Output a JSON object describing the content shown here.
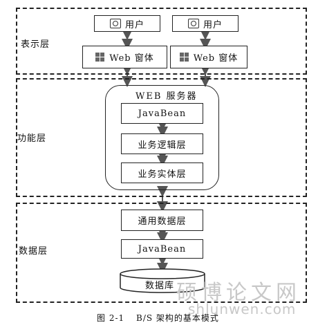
{
  "layers": {
    "presentation": "表示层",
    "function": "功能层",
    "data": "数据层"
  },
  "presentation": {
    "user_left": "用户",
    "user_right": "用户",
    "web_form_left": "Web 窗体",
    "web_form_right": "Web 窗体"
  },
  "server": {
    "title": "WEB 服务器",
    "javabean": "JavaBean",
    "business_logic": "业务逻辑层",
    "business_entity": "业务实体层"
  },
  "data_layer": {
    "common_data": "通用数据层",
    "javabean": "JavaBean",
    "database": "数据库"
  },
  "caption": {
    "figure_no": "图 2-1",
    "title": "B/S 架构的基本模式"
  },
  "watermark": {
    "cn": "硕博论文网",
    "url": "shlunwen.com"
  }
}
